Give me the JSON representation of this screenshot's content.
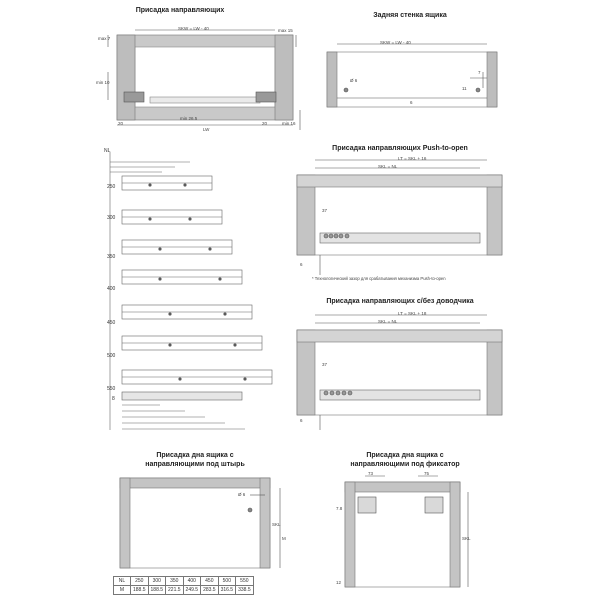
{
  "titles": {
    "t1": "Присадка направляющих",
    "t2": "Задняя стенка ящика",
    "t3": "Присадка направляющих Push-to-open",
    "t4": "Присадка направляющих с/без доводчика",
    "t5a": "Присадка дна ящика с",
    "t5b": "направляющими под штырь",
    "t6a": "Присадка дна ящика с",
    "t6b": "направляющими под фиксатор"
  },
  "labels": {
    "skw_lw40": "SKW = LW - 40",
    "max7": "max 7",
    "max15": "max 15",
    "min10": "min 10",
    "min26": "min 26.5",
    "lw": "LW",
    "n20a": "20",
    "n20b": "20",
    "min16": "min 16",
    "skw2": "SKW = LW - 40",
    "phi6": "Ø 6",
    "n7": "7",
    "n11": "11",
    "n6": "6",
    "lt_skl16": "LT = SKL + 16",
    "skl_nl": "SKL = NL",
    "n37": "37",
    "n6b": "6",
    "note": "* Технологический зазор для срабатывания механизма Push-to-open",
    "lt_skl18": "LT = SKL + 18",
    "skl_nl2": "SKL = NL",
    "n37b": "37",
    "n6c": "6",
    "phi6b": "Ø 6",
    "skl": "SKL",
    "m": "M",
    "n78": "7.8",
    "n12": "12",
    "skl2": "SKL",
    "n73": "73",
    "n75": "75",
    "nl_head": "NL",
    "n8": "8"
  },
  "nl_sizes": [
    "250",
    "300",
    "350",
    "400",
    "450",
    "500",
    "550"
  ],
  "table": {
    "row1": [
      "NL",
      "250",
      "300",
      "350",
      "400",
      "450",
      "500",
      "550"
    ],
    "row2": [
      "M",
      "188.5",
      "188.5",
      "221.5",
      "249.5",
      "283.5",
      "316.5",
      "338.5"
    ]
  }
}
